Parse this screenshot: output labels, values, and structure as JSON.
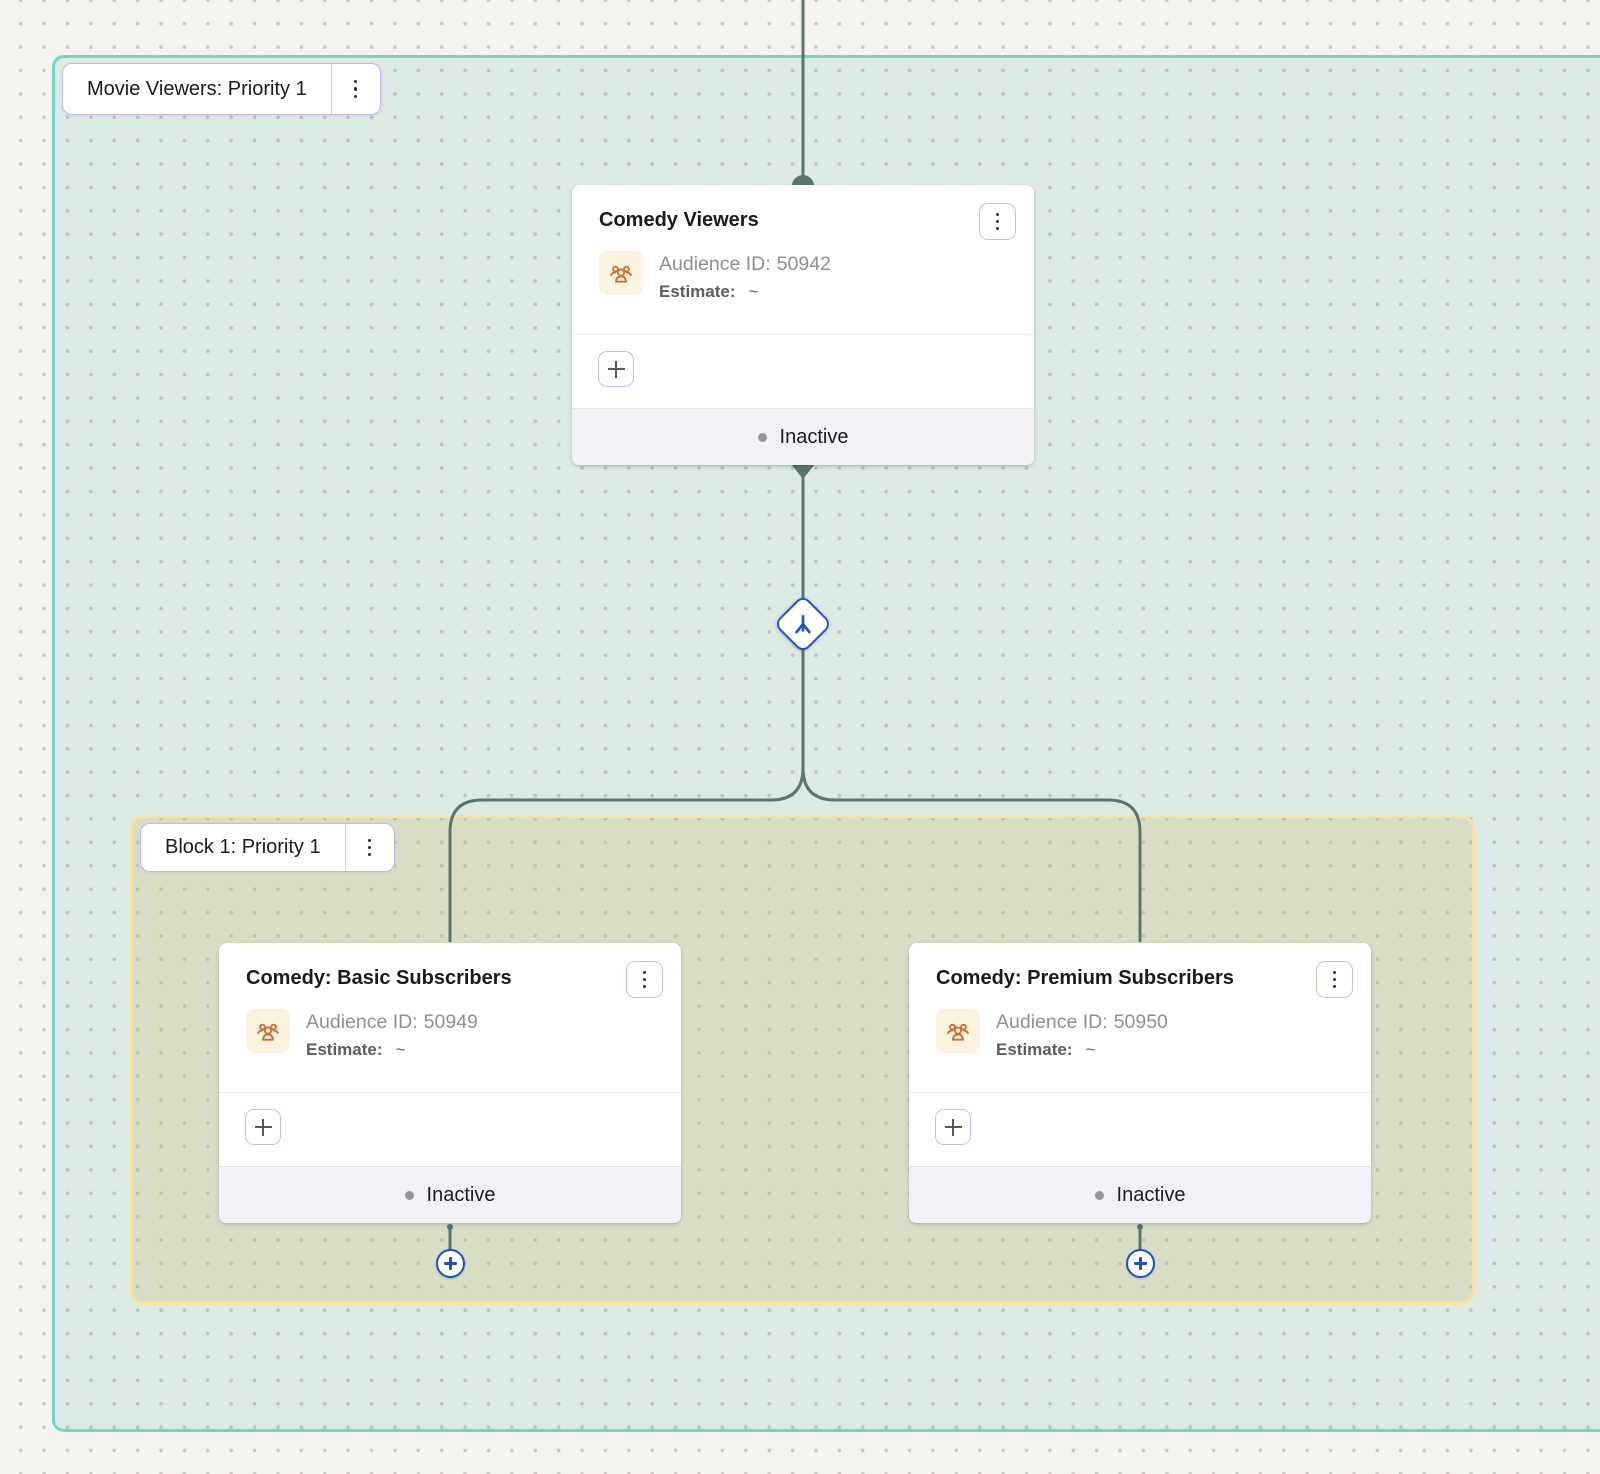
{
  "canvas": {
    "background_color": "#f5f3f0",
    "dot_color": "#cbc8c3"
  },
  "regions": {
    "group": {
      "label": "Movie Viewers: Priority 1",
      "border_color": "#72d5c6"
    },
    "block": {
      "label": "Block 1: Priority 1",
      "border_color": "#f7e2a0"
    }
  },
  "nodes": {
    "parent": {
      "title": "Comedy Viewers",
      "audience_label": "Audience ID:",
      "audience_id": "50942",
      "estimate_label": "Estimate:",
      "estimate_value": "~",
      "status": "Inactive"
    },
    "left": {
      "title": "Comedy: Basic Subscribers",
      "audience_label": "Audience ID:",
      "audience_id": "50949",
      "estimate_label": "Estimate:",
      "estimate_value": "~",
      "status": "Inactive"
    },
    "right": {
      "title": "Comedy: Premium Subscribers",
      "audience_label": "Audience ID:",
      "audience_id": "50950",
      "estimate_label": "Estimate:",
      "estimate_value": "~",
      "status": "Inactive"
    }
  },
  "icons": {
    "menu": "kebab-vertical",
    "audience": "people-group",
    "add": "plus",
    "split": "branch-fork",
    "status": "dot"
  },
  "colors": {
    "edge": "#5b7470",
    "accent_blue": "#2b52c6",
    "purple_border": "#c7baf3",
    "audience_icon": "#c96f33",
    "audience_icon_bg": "#fcf2e0",
    "footer_bg": "#f2f1f5",
    "status_dot": "#96969e"
  }
}
